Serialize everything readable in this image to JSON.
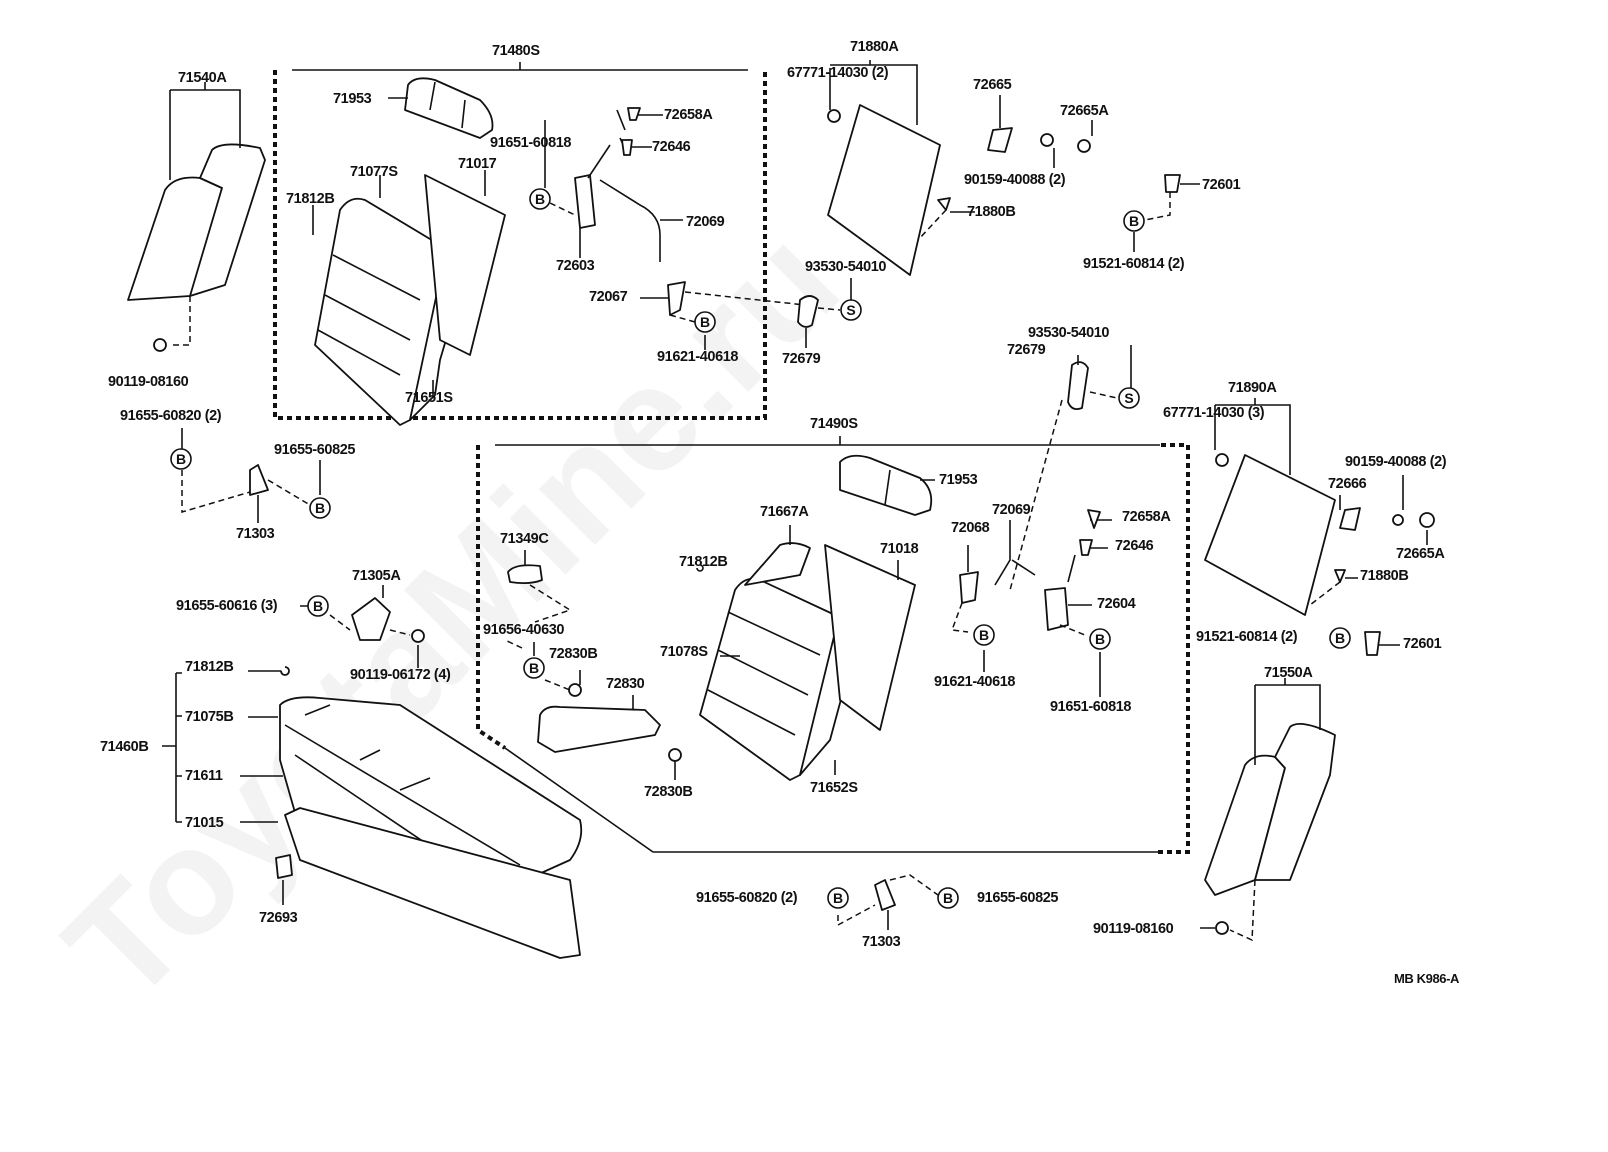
{
  "diagram_code": "MB K986-A",
  "watermark": "ToyotaMine.ru",
  "symbols": {
    "bolt": "B",
    "screw": "S"
  },
  "labels": [
    "71540A",
    "71480S",
    "71953",
    "72658A",
    "91651-60818",
    "72646",
    "71077S",
    "71017",
    "71812B",
    "72069",
    "72603",
    "72067",
    "91621-40618",
    "90119-08160",
    "71651S",
    "71880A",
    "67771-14030 (2)",
    "72665",
    "72665A",
    "90159-40088 (2)",
    "72601",
    "71880B",
    "91521-60814 (2)",
    "93530-54010",
    "72679",
    "93530-54010",
    "72679",
    "71890A",
    "67771-14030 (3)",
    "91655-60820 (2)",
    "91655-60825",
    "71303",
    "71490S",
    "71953",
    "90159-40088 (2)",
    "72666",
    "72665A",
    "71880B",
    "71349C",
    "71667A",
    "72069",
    "72068",
    "71812B",
    "71018",
    "72658A",
    "72646",
    "72604",
    "71305A",
    "91655-60616 (3)",
    "91656-40630",
    "72830B",
    "71078S",
    "91521-60814 (2)",
    "72601",
    "90119-06172 (4)",
    "91621-40618",
    "71812B",
    "72830",
    "71550A",
    "71075B",
    "71460B",
    "91651-60818",
    "71611",
    "72830B",
    "71652S",
    "71015",
    "91655-60820 (2)",
    "91655-60825",
    "71303",
    "72693",
    "90119-08160",
    "MB K986-A"
  ]
}
